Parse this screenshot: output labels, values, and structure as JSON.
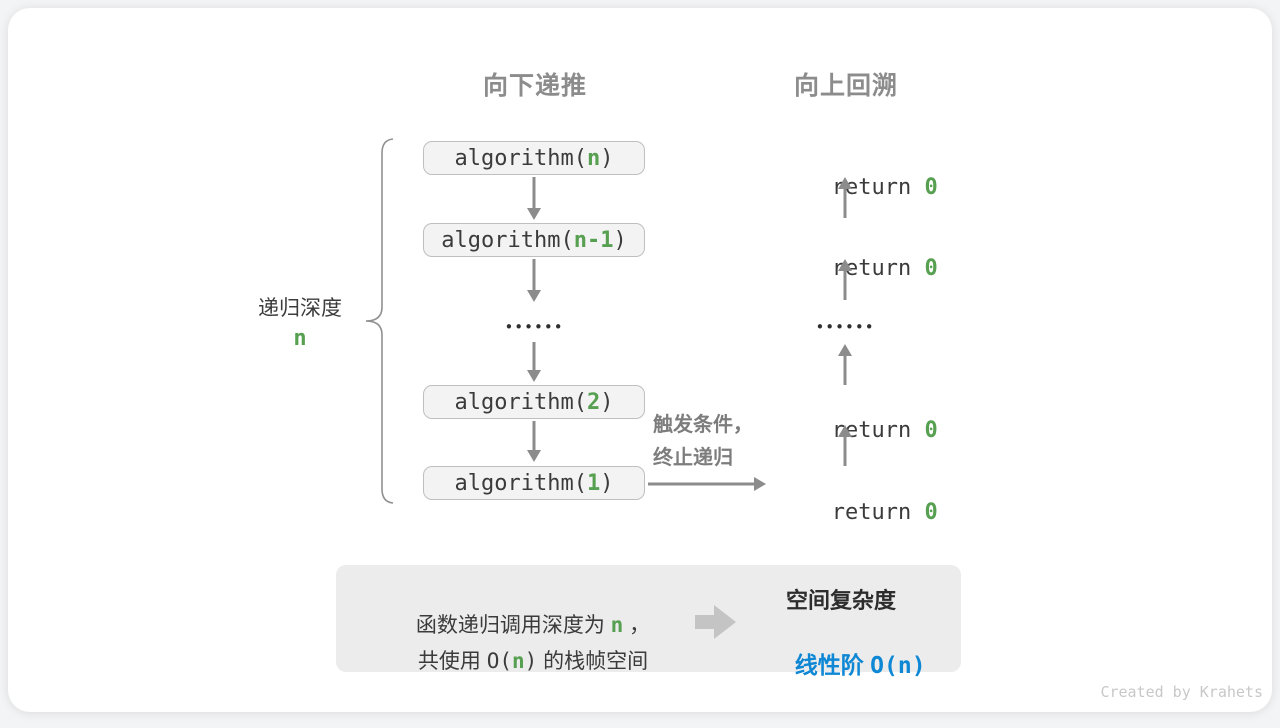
{
  "headers": {
    "down": "向下递推",
    "up": "向上回溯"
  },
  "depth": {
    "label": "递归深度",
    "var": "n"
  },
  "stack": {
    "boxes": [
      {
        "prefix": "algorithm(",
        "arg": "n",
        "suffix": ")"
      },
      {
        "prefix": "algorithm(",
        "arg": "n-1",
        "suffix": ")"
      },
      {
        "prefix": "algorithm(",
        "arg": "2",
        "suffix": ")"
      },
      {
        "prefix": "algorithm(",
        "arg": "1",
        "suffix": ")"
      }
    ],
    "ellipsis": "••••••"
  },
  "returns": {
    "items": [
      {
        "keyword": "return ",
        "value": "0"
      },
      {
        "keyword": "return ",
        "value": "0"
      },
      {
        "keyword": "return ",
        "value": "0"
      },
      {
        "keyword": "return ",
        "value": "0"
      }
    ],
    "ellipsis": "••••••"
  },
  "trigger": {
    "line1": "触发条件，",
    "line2": "终止递归"
  },
  "summary": {
    "line1_text": "函数递归调用深度为 ",
    "line1_var": "n",
    "line1_punct": " ，",
    "line2_pre": "共使用 ",
    "line2_o_open": "O(",
    "line2_var": "n",
    "line2_o_close": ")",
    "line2_post": " 的栈帧空间",
    "result_title": "空间复杂度",
    "result_label": "线性阶 ",
    "result_o": "O(n)"
  },
  "colors": {
    "green": "#57a052",
    "blue": "#0e87d5",
    "arrow_gray": "#8c8c8c",
    "box_bg": "#f3f3f3",
    "panel_bg": "#ececec"
  },
  "watermark": "Created by Krahets"
}
